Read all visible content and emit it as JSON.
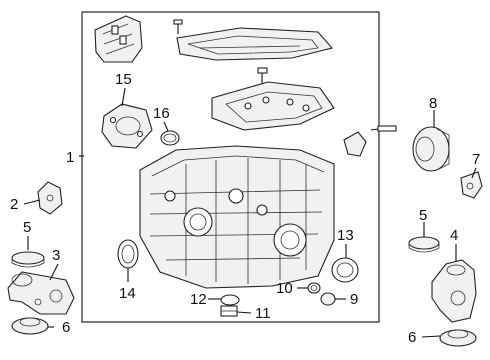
{
  "diagram": {
    "callouts": [
      {
        "id": "1",
        "label": "1"
      },
      {
        "id": "2",
        "label": "2"
      },
      {
        "id": "3",
        "label": "3"
      },
      {
        "id": "4",
        "label": "4"
      },
      {
        "id": "5-left",
        "label": "5"
      },
      {
        "id": "5-right",
        "label": "5"
      },
      {
        "id": "6-left",
        "label": "6"
      },
      {
        "id": "6-right",
        "label": "6"
      },
      {
        "id": "7",
        "label": "7"
      },
      {
        "id": "8",
        "label": "8"
      },
      {
        "id": "9",
        "label": "9"
      },
      {
        "id": "10",
        "label": "10"
      },
      {
        "id": "11",
        "label": "11"
      },
      {
        "id": "12",
        "label": "12"
      },
      {
        "id": "13",
        "label": "13"
      },
      {
        "id": "14",
        "label": "14"
      },
      {
        "id": "15",
        "label": "15"
      },
      {
        "id": "16",
        "label": "16"
      }
    ],
    "colors": {
      "line": "#222222",
      "background": "#ffffff",
      "shade": "#f1f1f1"
    }
  }
}
